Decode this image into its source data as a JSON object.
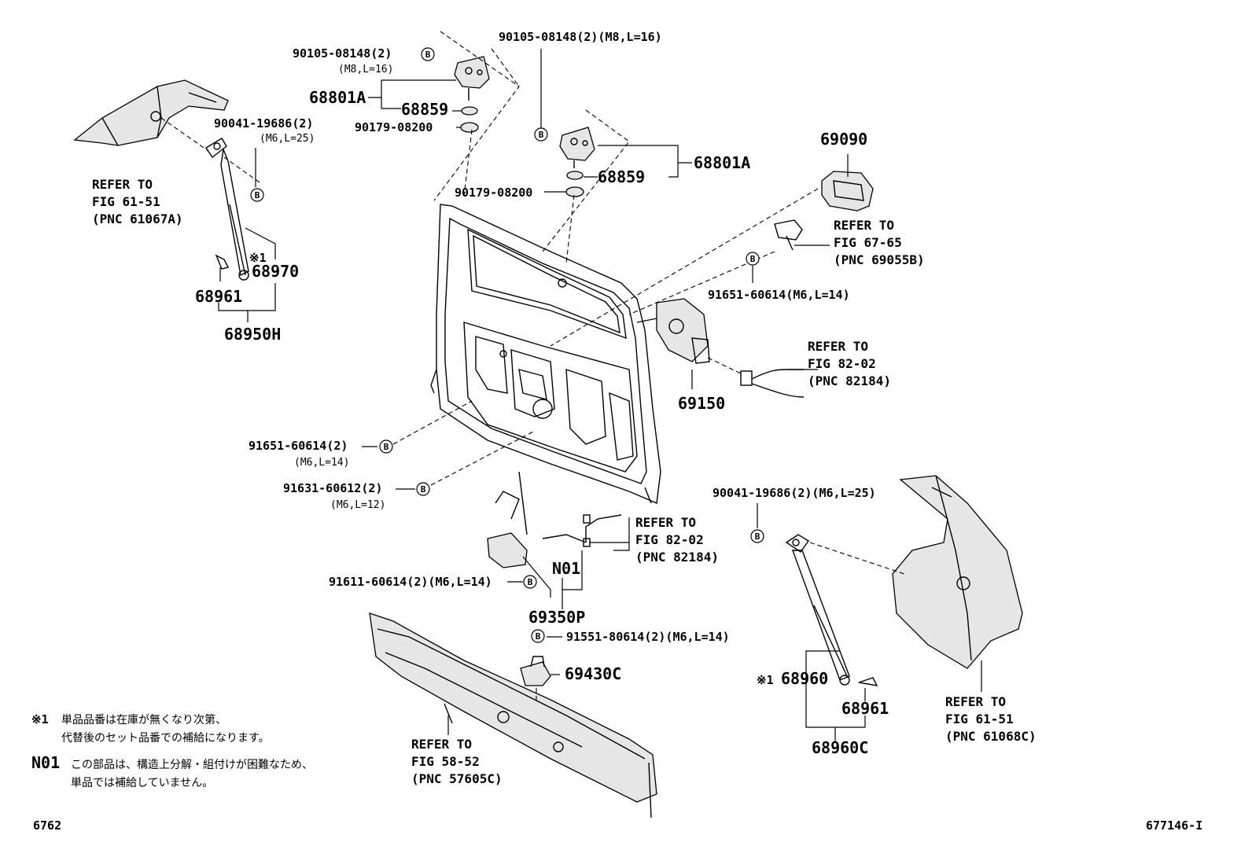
{
  "labels": {
    "p_90105_a": "90105-08148(2)",
    "p_90105_a_spec": "(M8,L=16)",
    "p_90105_b": "90105-08148(2)(M8,L=16)",
    "p_68801A_a": "68801A",
    "p_68859_a": "68859",
    "p_90179_a": "90179-08200",
    "p_68801A_b": "68801A",
    "p_68859_b": "68859",
    "p_90179_b": "90179-08200",
    "p_90041_a": "90041-19686(2)",
    "p_90041_a_spec": "(M6,L=25)",
    "ref_61067A": [
      "REFER TO",
      "FIG 61-51",
      "(PNC 61067A)"
    ],
    "p_68970_mark": "※1",
    "p_68970": "68970",
    "p_68961_a": "68961",
    "p_68950H": "68950H",
    "p_69090": "69090",
    "ref_69055B": [
      "REFER TO",
      "FIG 67-65",
      "(PNC 69055B)"
    ],
    "p_91651_a": "91651-60614(M6,L=14)",
    "ref_82184_a": [
      "REFER TO",
      "FIG 82-02",
      "(PNC 82184)"
    ],
    "p_69150": "69150",
    "p_91651_b": "91651-60614(2)",
    "p_91651_b_spec": "(M6,L=14)",
    "p_91631": "91631-60612(2)",
    "p_91631_spec": "(M6,L=12)",
    "ref_82184_b": [
      "REFER TO",
      "FIG 82-02",
      "(PNC 82184)"
    ],
    "p_91611": "91611-60614(2)(M6,L=14)",
    "p_N01": "N01",
    "p_69350P": "69350P",
    "p_91551": "91551-80614(2)(M6,L=14)",
    "p_69430C": "69430C",
    "p_90041_b": "90041-19686(2)(M6,L=25)",
    "p_68960_mark": "※1",
    "p_68960": "68960",
    "p_68961_b": "68961",
    "p_68960C": "68960C",
    "ref_61068C": [
      "REFER TO",
      "FIG 61-51",
      "(PNC 61068C)"
    ],
    "ref_57605C": [
      "REFER TO",
      "FIG 58-52",
      "(PNC 57605C)"
    ],
    "b_mark": "B"
  },
  "notes": {
    "note1_key": "※1",
    "note1_line1": "単品品番は在庫が無くなり次第、",
    "note1_line2": "代替後のセット品番での補給になります。",
    "note2_key": "N01",
    "note2_line1": "この部品は、構造上分解・組付けが困難なため、",
    "note2_line2": "単品では補給していません。"
  },
  "footer": {
    "left": "6762",
    "right": "677146-I"
  }
}
